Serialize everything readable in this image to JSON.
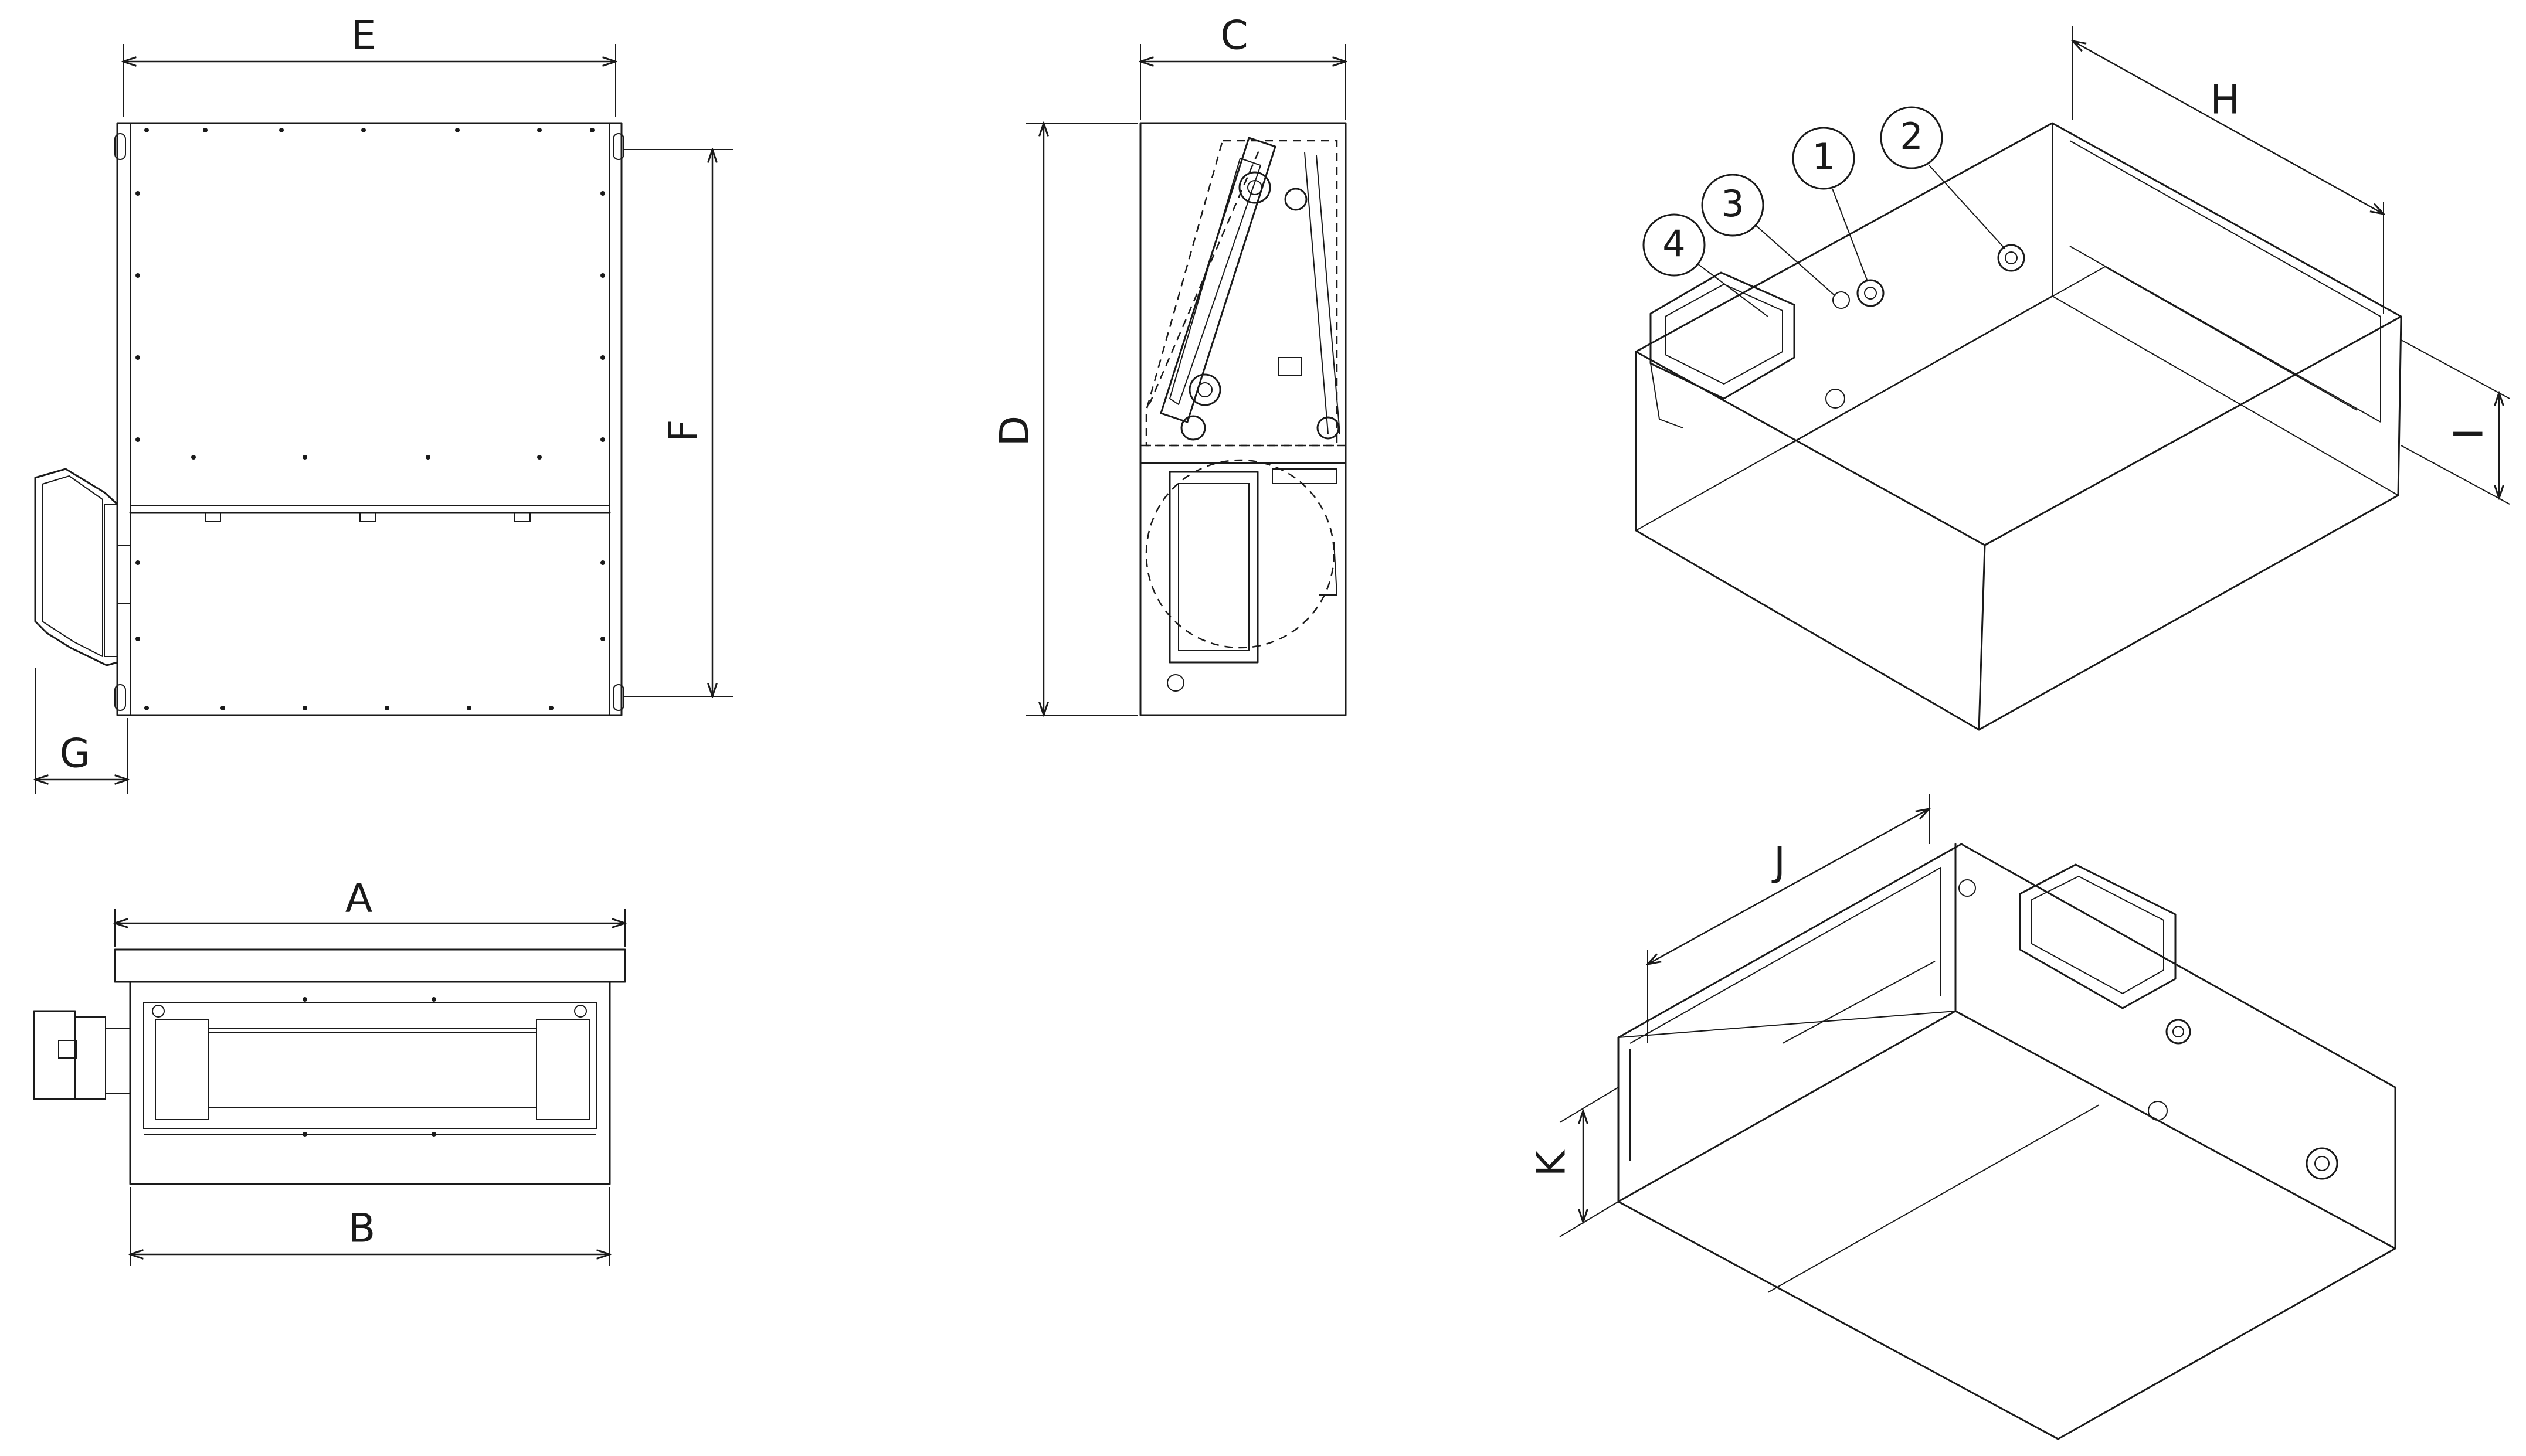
{
  "dimension_labels": {
    "A": "A",
    "B": "B",
    "C": "C",
    "D": "D",
    "E": "E",
    "F": "F",
    "G": "G",
    "H": "H",
    "I": "I",
    "J": "J",
    "K": "K"
  },
  "callouts": [
    "1",
    "2",
    "3",
    "4"
  ]
}
